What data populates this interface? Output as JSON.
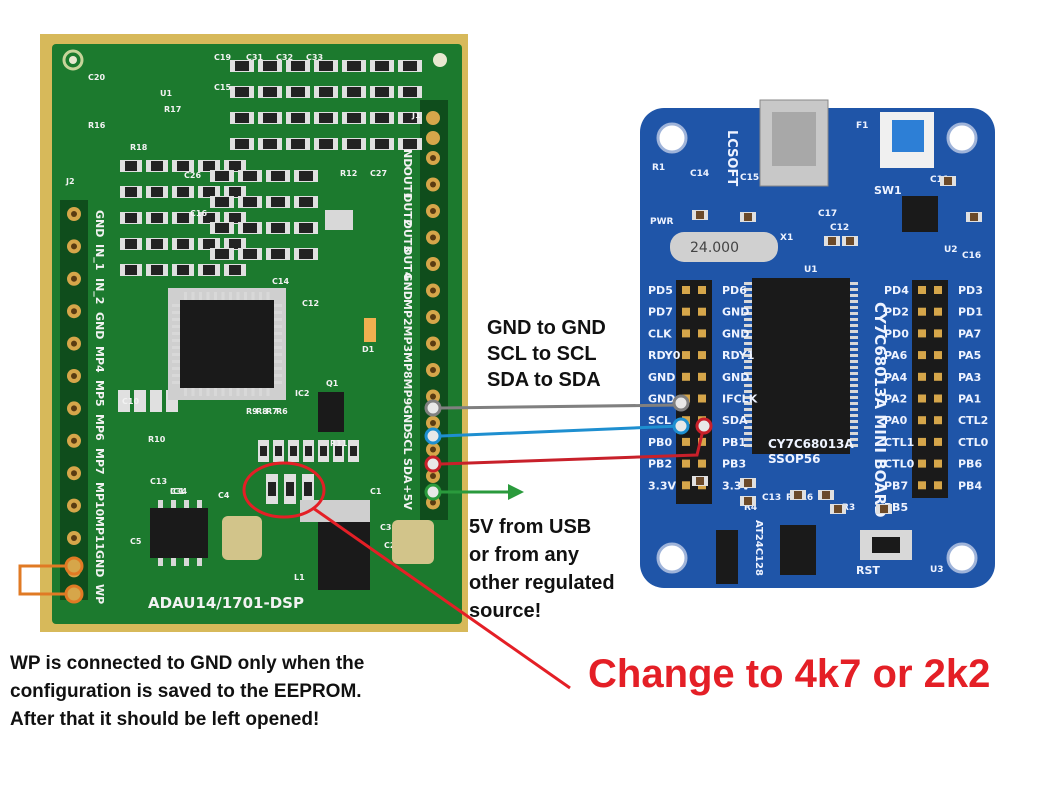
{
  "dsp_board": {
    "name": "ADAU14/1701-DSP",
    "header_right_pins": [
      "GND",
      "OUT1",
      "OUT2",
      "OUT3",
      "OUT4",
      "GND",
      "MP2",
      "MP3",
      "MP8",
      "MP9",
      "GND",
      "SCL",
      "SDA",
      "+5V"
    ],
    "header_left_pins": [
      "GND",
      "IN_1",
      "IN_2",
      "GND",
      "MP4",
      "MP5",
      "MP6",
      "MP7",
      "MP10",
      "MP11",
      "GND",
      "WP"
    ],
    "part_labels": [
      "IC1",
      "IC2",
      "U1",
      "C20",
      "R16",
      "R17",
      "R18",
      "C26",
      "C27",
      "R12",
      "J1",
      "J2",
      "C4",
      "C5",
      "C10",
      "R6",
      "R7",
      "R8",
      "R9",
      "R10",
      "R11",
      "C1",
      "C2",
      "C3",
      "Q1",
      "D1",
      "L1",
      "C12",
      "C13",
      "C14",
      "C15",
      "C16",
      "C19",
      "C31",
      "C32",
      "C33",
      "C34"
    ]
  },
  "usb_board": {
    "title": "CY7C68013A MINI BOARD",
    "chip_label": "CY7C68013A",
    "package_label": "SSOP56",
    "brand": "LCSOFT",
    "crystal": "24.000",
    "eeprom": "AT24C128",
    "switch_label": "SW1",
    "reset_label": "RST",
    "left_inner_pins": [
      "PD6",
      "GND",
      "GND",
      "RDY1",
      "GND",
      "IFCLK",
      "SDA",
      "PB1",
      "PB3",
      "3.3V"
    ],
    "left_outer_pins": [
      "PD5",
      "PD7",
      "CLK",
      "RDY0",
      "GND",
      "GND",
      "SCL",
      "PB0",
      "PB2",
      "3.3V"
    ],
    "right_inner_pins": [
      "PD4",
      "PD2",
      "PD0",
      "PA6",
      "PA4",
      "PA2",
      "PA0",
      "CTL1",
      "CTL0",
      "PB7",
      "PB5"
    ],
    "right_outer_pins": [
      "PD3",
      "PD1",
      "PA7",
      "PA5",
      "PA3",
      "PA1",
      "CTL2",
      "CTL0",
      "PB6",
      "PB4"
    ],
    "part_labels": [
      "F1",
      "R1",
      "C14",
      "C15",
      "C17",
      "C12",
      "C11",
      "C16",
      "U1",
      "U2",
      "U3",
      "X1",
      "PWR",
      "R5",
      "R3",
      "R4",
      "C13",
      "R6"
    ]
  },
  "annotations": {
    "connections": [
      "GND to GND",
      "SCL to SCL",
      "SDA to SDA"
    ],
    "power_note": [
      "5V from USB",
      "or from any",
      "other regulated",
      "source!"
    ],
    "wp_note": [
      "WP is connected to GND only when the",
      "configuration is saved to the EEPROM.",
      "After that it should be left opened!"
    ],
    "resistor_note": "Change to 4k7 or 2k2"
  },
  "colors": {
    "dsp_pcb": "#1c7a2e",
    "usb_pcb": "#1f55a8",
    "gnd_wire": "#808080",
    "scl_wire": "#1e8fd0",
    "sda_wire": "#c8202a",
    "power_wire": "#2a9a3c",
    "wp_jumper": "#e07a24",
    "highlight": "#e41f26"
  }
}
